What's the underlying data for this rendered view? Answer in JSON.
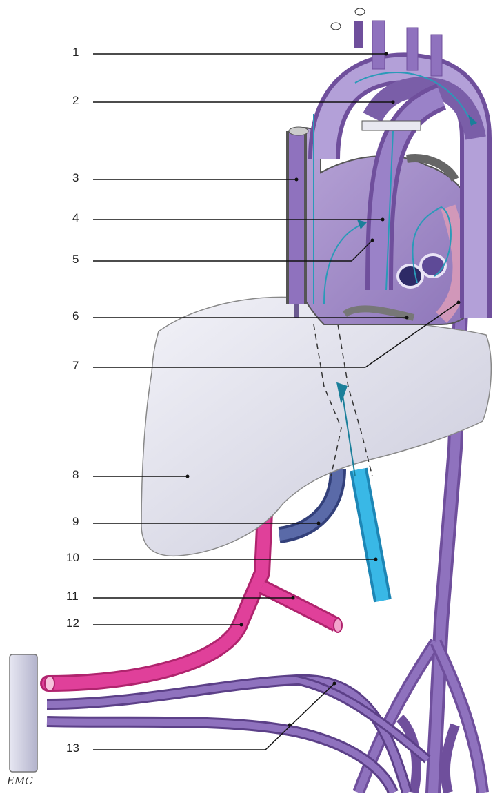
{
  "labels": [
    "1",
    "2",
    "3",
    "4",
    "5",
    "6",
    "7",
    "8",
    "9",
    "10",
    "11",
    "12",
    "13"
  ],
  "credit": "EMC",
  "colors": {
    "vein_purple": "#8a6bb5",
    "vein_dark": "#6f4f9c",
    "artery_pink": "#e0409a",
    "umbilical_blue": "#2fb0e0",
    "portal_blue": "#4a5a99",
    "liver": "#d9d9e6",
    "heart": "#9b86c2",
    "flow_arrow": "#1a7f9a"
  }
}
